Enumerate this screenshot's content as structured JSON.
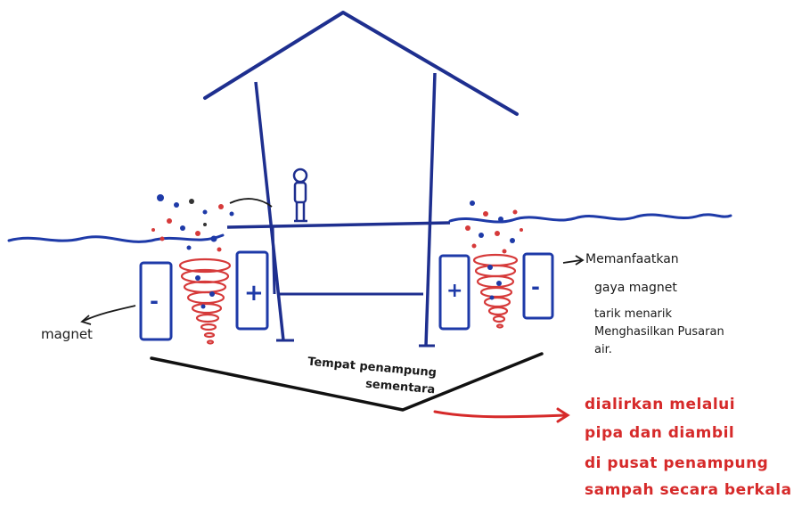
{
  "labels": {
    "magnet": "magnet",
    "minus": "-",
    "plus": "+",
    "container": [
      "Tempat penampung",
      "sementara"
    ],
    "description_black": [
      "Memanfaatkan",
      "gaya magnet",
      "tarik menarik",
      "Menghasilkan Pusaran",
      "air."
    ],
    "description_red": [
      "dialirkan melalui",
      "pipa dan diambil",
      "di pusat penampung",
      "sampah secara berkala"
    ]
  },
  "colors": {
    "house": "#1e2f8f",
    "magnet_fill": "#ffffff",
    "magnet_stroke": "#1e3aa8",
    "vortex": "#d63a3a",
    "water": "#1e3aa8",
    "ground": "#111111",
    "annotation_red": "#d62a2a",
    "annotation_black": "#1a1a1a"
  }
}
